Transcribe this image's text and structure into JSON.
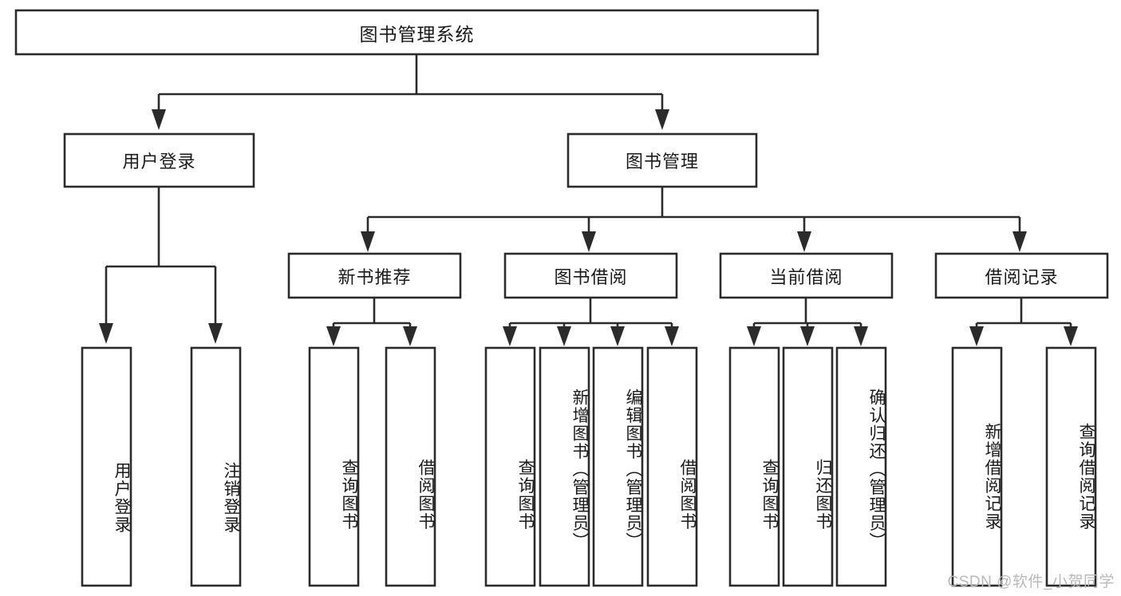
{
  "diagram": {
    "type": "tree",
    "title": "图书管理系统",
    "watermark": "CSDN @软件_小贺同学",
    "colors": {
      "background": "#ffffff",
      "box_stroke": "#2b2b2b",
      "box_fill": "#ffffff",
      "text": "#1a1a1a",
      "watermark": "#b9b9b9"
    },
    "nodes": {
      "root": {
        "label": "图书管理系统",
        "orientation": "horizontal"
      },
      "level2": [
        {
          "label": "用户登录",
          "orientation": "horizontal"
        },
        {
          "label": "图书管理",
          "orientation": "horizontal"
        }
      ],
      "level3": [
        {
          "label": "新书推荐",
          "orientation": "horizontal"
        },
        {
          "label": "图书借阅",
          "orientation": "horizontal"
        },
        {
          "label": "当前借阅",
          "orientation": "horizontal"
        },
        {
          "label": "借阅记录",
          "orientation": "horizontal"
        }
      ],
      "leaves_user_login": [
        {
          "label": "用户登录",
          "orientation": "vertical"
        },
        {
          "label": "注销登录",
          "orientation": "vertical"
        }
      ],
      "leaves_new_books": [
        {
          "label": "查询图书",
          "orientation": "vertical"
        },
        {
          "label": "借阅图书",
          "orientation": "vertical"
        }
      ],
      "leaves_borrow": [
        {
          "label": "查询图书",
          "orientation": "vertical"
        },
        {
          "label": "新增图书（管理员）",
          "orientation": "vertical"
        },
        {
          "label": "编辑图书（管理员）",
          "orientation": "vertical"
        },
        {
          "label": "借阅图书",
          "orientation": "vertical"
        }
      ],
      "leaves_current": [
        {
          "label": "查询图书",
          "orientation": "vertical"
        },
        {
          "label": "归还图书",
          "orientation": "vertical"
        },
        {
          "label": "确认归还（管理员）",
          "orientation": "vertical"
        }
      ],
      "leaves_records": [
        {
          "label": "新增借阅记录",
          "orientation": "vertical"
        },
        {
          "label": "查询借阅记录",
          "orientation": "vertical"
        }
      ]
    },
    "edges": [
      {
        "from": "图书管理系统",
        "to": "用户登录"
      },
      {
        "from": "图书管理系统",
        "to": "图书管理"
      },
      {
        "from": "用户登录",
        "to": "用户登录"
      },
      {
        "from": "用户登录",
        "to": "注销登录"
      },
      {
        "from": "图书管理",
        "to": "新书推荐"
      },
      {
        "from": "图书管理",
        "to": "图书借阅"
      },
      {
        "from": "图书管理",
        "to": "当前借阅"
      },
      {
        "from": "图书管理",
        "to": "借阅记录"
      },
      {
        "from": "新书推荐",
        "to": "查询图书"
      },
      {
        "from": "新书推荐",
        "to": "借阅图书"
      },
      {
        "from": "图书借阅",
        "to": "查询图书"
      },
      {
        "from": "图书借阅",
        "to": "新增图书（管理员）"
      },
      {
        "from": "图书借阅",
        "to": "编辑图书（管理员）"
      },
      {
        "from": "图书借阅",
        "to": "借阅图书"
      },
      {
        "from": "当前借阅",
        "to": "查询图书"
      },
      {
        "from": "当前借阅",
        "to": "归还图书"
      },
      {
        "from": "当前借阅",
        "to": "确认归还（管理员）"
      },
      {
        "from": "借阅记录",
        "to": "新增借阅记录"
      },
      {
        "from": "借阅记录",
        "to": "查询借阅记录"
      }
    ]
  }
}
